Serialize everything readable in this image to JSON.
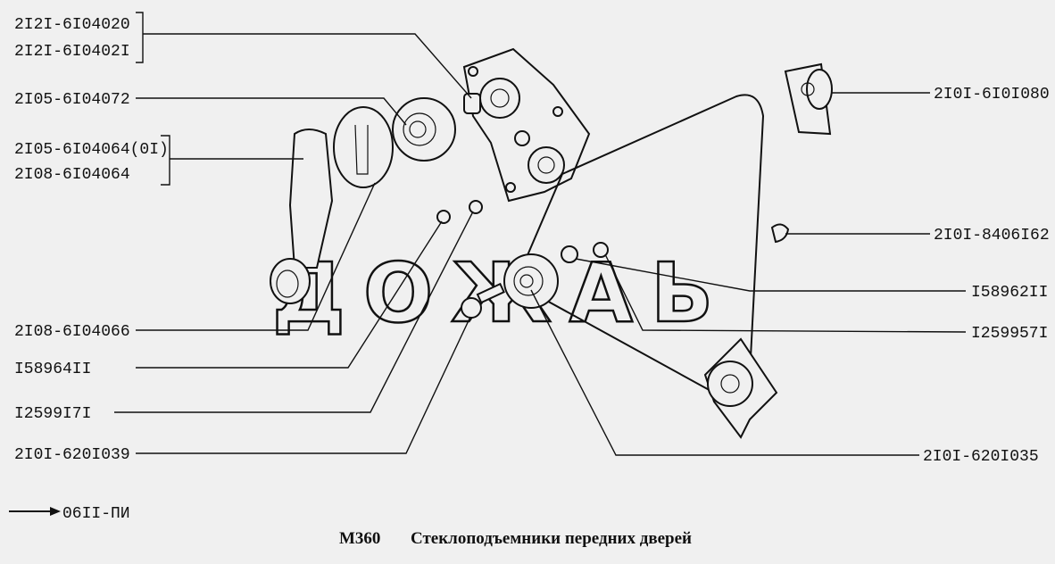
{
  "labels_left": {
    "l1": "2I2I-6I04020",
    "l2": "2I2I-6I0402I",
    "l3": "2I05-6I04072",
    "l4": "2I05-6I04064(0I)",
    "l5": "2I08-6I04064",
    "l6": "2I08-6I04066",
    "l7": "I58964II",
    "l8": "I2599I7I",
    "l9": "2I0I-620I039"
  },
  "labels_right": {
    "r1": "2I0I-6I0I080",
    "r2": "2I0I-8406I62",
    "r3": "I58962II",
    "r4": "I259957I",
    "r5": "2I0I-620I035"
  },
  "reference": "06II-ПИ",
  "caption": {
    "code": "M360",
    "title": "Стеклоподъемники передних дверей"
  },
  "watermark": "ДОЖАЬ"
}
